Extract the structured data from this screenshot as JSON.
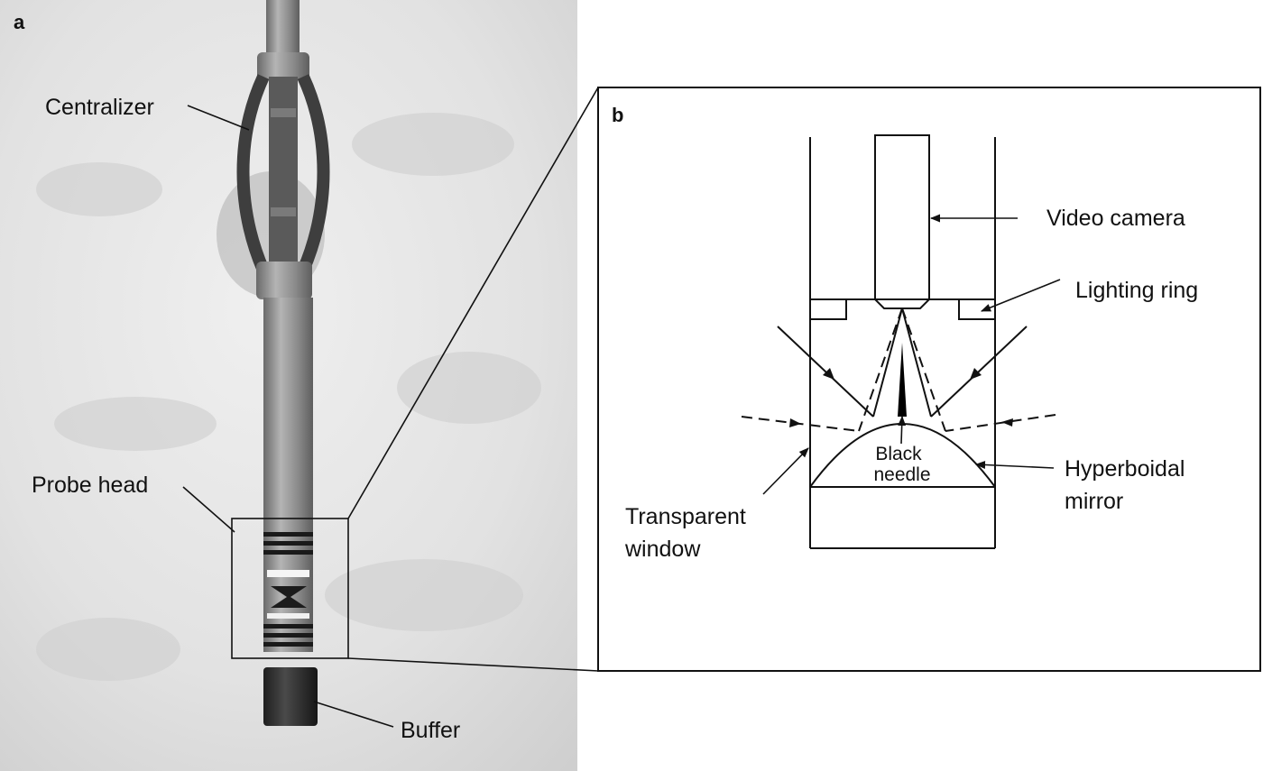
{
  "panel_a": {
    "letter": "a",
    "labels": {
      "centralizer": "Centralizer",
      "probe_head": "Probe head",
      "buffer": "Buffer"
    }
  },
  "panel_b": {
    "letter": "b",
    "labels": {
      "video_camera": "Video camera",
      "lighting_ring": "Lighting ring",
      "black_needle_1": "Black",
      "black_needle_2": "needle",
      "hyperboidal_1": "Hyperboidal",
      "hyperboidal_2": "mirror",
      "transparent_1": "Transparent",
      "transparent_2": "window"
    }
  },
  "colors": {
    "snow_background": "#e4e4e4",
    "probe_tube": "#8f8f8f",
    "buffer": "#2a2a2a",
    "line": "#111111"
  }
}
